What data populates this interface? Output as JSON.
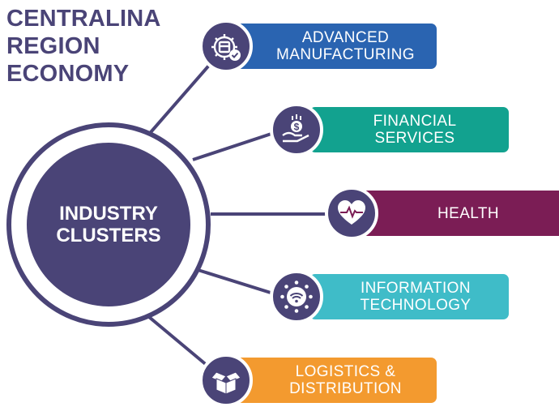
{
  "title": {
    "line1": "CENTRALINA",
    "line2": "REGION",
    "line3": "ECONOMY"
  },
  "hub": {
    "line1": "INDUSTRY",
    "line2": "CLUSTERS"
  },
  "colors": {
    "primary": "#4a4477",
    "advanced_manufacturing": "#2a64b1",
    "financial_services": "#12a28f",
    "health": "#7b1d55",
    "information_technology": "#3fbcc8",
    "logistics_distribution": "#f39a2f"
  },
  "clusters": [
    {
      "line1": "ADVANCED",
      "line2": "MANUFACTURING",
      "icon": "gear-box-icon"
    },
    {
      "line1": "FINANCIAL",
      "line2": "SERVICES",
      "icon": "dollar-hand-icon"
    },
    {
      "line1": "HEALTH",
      "line2": "",
      "icon": "heart-pulse-icon"
    },
    {
      "line1": "INFORMATION",
      "line2": "TECHNOLOGY",
      "icon": "wifi-network-icon"
    },
    {
      "line1": "LOGISTICS &",
      "line2": "DISTRIBUTION",
      "icon": "open-box-icon"
    }
  ]
}
